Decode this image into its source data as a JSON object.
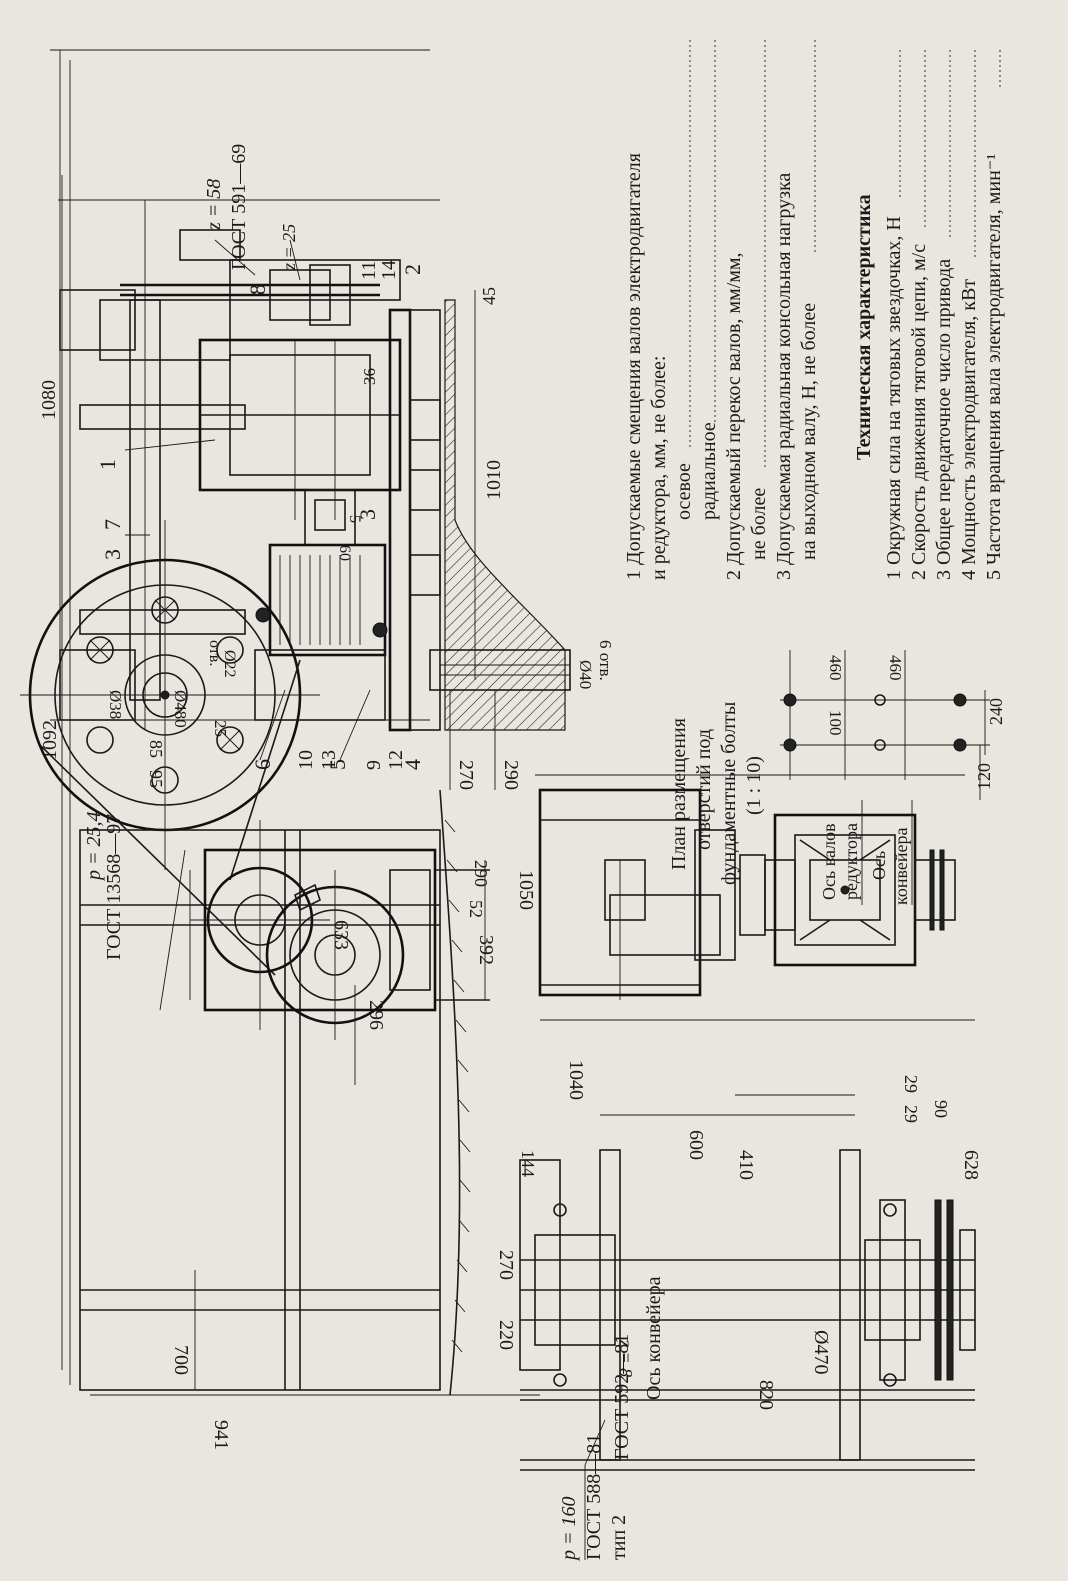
{
  "colors": {
    "paper": "#e9e6df",
    "ink": "#1a1a1a"
  },
  "front_view": {
    "dims": [
      "1092",
      "941",
      "700",
      "633",
      "392",
      "290",
      "52",
      "296",
      "Ø480"
    ],
    "chain_note": {
      "pitch": "p = 25,4",
      "standard": "ГОСТ 13568—97"
    }
  },
  "plan_view": {
    "dims": [
      "1050",
      "1040",
      "410",
      "600",
      "90",
      "29",
      "29",
      "628",
      "270",
      "144",
      "220",
      "820",
      "Ø470",
      "z = 8"
    ],
    "sprocket_note": {
      "pitch": "p = 160",
      "standard": "ГОСТ 588—81",
      "type": "тип 2"
    },
    "gost_592": "ГОСТ 592—81",
    "axis_label": "Ось конвейера"
  },
  "side_view": {
    "dims": [
      "1080",
      "1010",
      "45",
      "36",
      "270",
      "290",
      "85",
      "95",
      "Ø38",
      "25",
      "Ø40",
      "6 отв.",
      "60",
      "5",
      "Ø22",
      "отв."
    ],
    "z58": "z = 58",
    "gost_591": "ГОСТ 591—69",
    "z25": "z = 25",
    "part_numbers": [
      "1",
      "2",
      "3",
      "3",
      "4",
      "5",
      "6",
      "7",
      "8",
      "9",
      "10",
      "11",
      "12",
      "13",
      "14"
    ]
  },
  "hole_plan": {
    "title": [
      "План размещения",
      "отверстий под",
      "фундаментные болты",
      "(1 : 10)"
    ],
    "axis_reducer": [
      "Ось валов",
      "редуктора"
    ],
    "axis_conveyor": [
      "Ось",
      "конвейера"
    ],
    "dims": [
      "460",
      "100",
      "460",
      "240",
      "120"
    ]
  },
  "requirements": {
    "lines": [
      "1 Допускаемые смещения валов электродвигателя",
      "и редуктора, мм, не более:",
      "осевое",
      "радиальное",
      "2 Допускаемый перекос валов, мм/мм,",
      "не более",
      "3 Допускаемая радиальная консольная нагрузка",
      "на выходном валу, Н, не более"
    ]
  },
  "tech_specs": {
    "title": "Техническая характеристика",
    "items": [
      "1 Окружная сила на тяговых звездочках, Н",
      "2 Скорость движения тяговой цепи, м/с",
      "3 Общее передаточное число привода",
      "4 Мощность электродвигателя, кВт",
      "5 Частота вращения вала электродвигателя, мин⁻¹"
    ]
  }
}
